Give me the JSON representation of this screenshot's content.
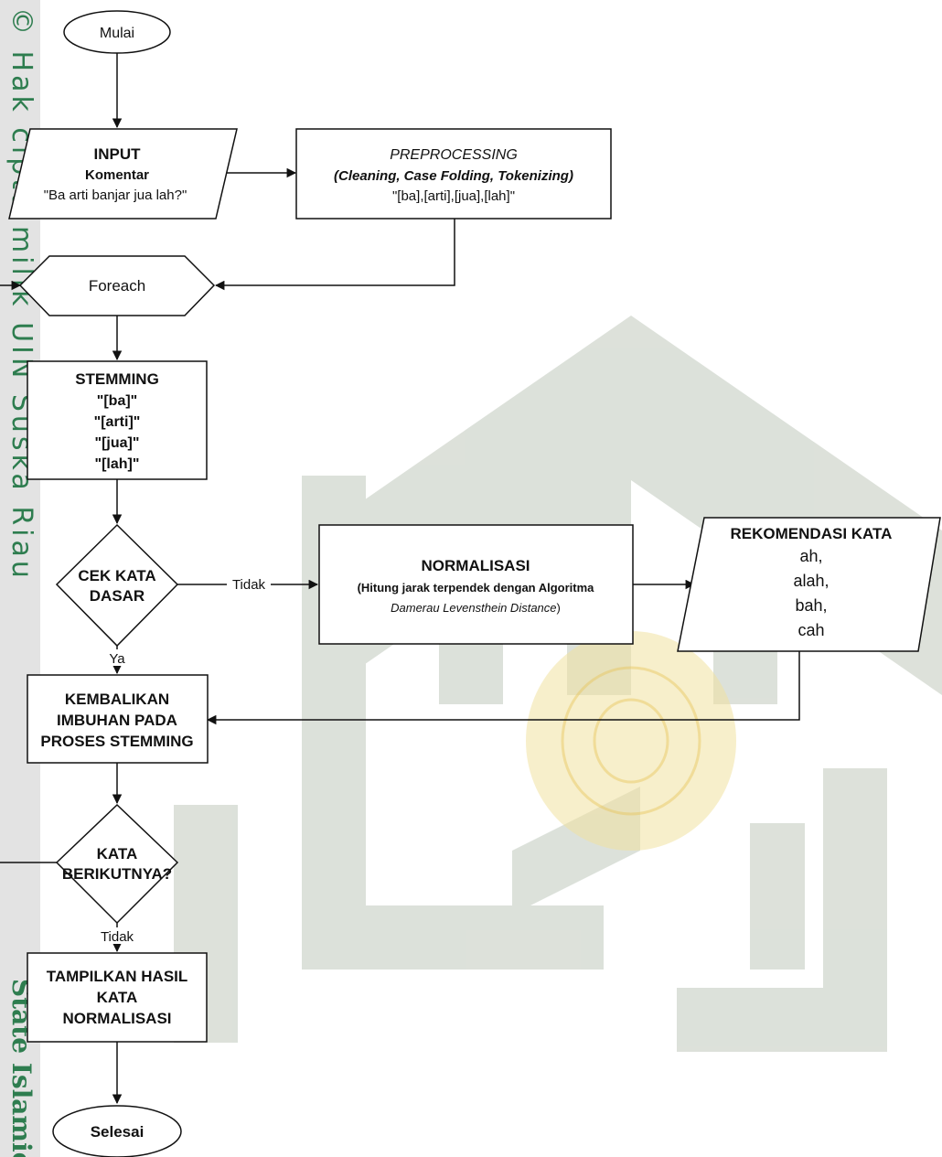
{
  "watermark": {
    "sidebar_text_1": "© Hak cipta milik UIN Suska Riau",
    "sidebar_text_2": "State Islamic",
    "sidebar_color": "#e3e3e3",
    "sidebar_text_color": "#2e7d4f",
    "logo_color": "#d7dcd4",
    "logo_center_color": "#f0e2a0"
  },
  "nodes": {
    "start": {
      "label": "Mulai"
    },
    "input": {
      "line1": "INPUT",
      "line2": "Komentar",
      "line3": "\"Ba arti banjar jua lah?\""
    },
    "preprocessing": {
      "line1": "PREPROCESSING",
      "line2": "(Cleaning, Case Folding, Tokenizing)",
      "line3": "\"[ba],[arti],[jua],[lah]\""
    },
    "foreach": {
      "label": "Foreach"
    },
    "stemming": {
      "line1": "STEMMING",
      "line2": "\"[ba]\"",
      "line3": "\"[arti]\"",
      "line4": "\"[jua]\"",
      "line5": "\"[lah]\""
    },
    "cek_kata_dasar": {
      "line1": "CEK KATA",
      "line2": "DASAR"
    },
    "normalisasi": {
      "line1": "NORMALISASI",
      "line2": "(Hitung jarak terpendek dengan Algoritma",
      "line3_italic": "Damerau Levensthein Distance",
      "line3_tail": ")"
    },
    "rekomendasi": {
      "title": "REKOMENDASI KATA",
      "items": [
        "ah,",
        "alah,",
        "bah,",
        "cah"
      ]
    },
    "kembalikan": {
      "line1": "KEMBALIKAN",
      "line2": "IMBUHAN PADA",
      "line3": "PROSES STEMMING"
    },
    "kata_berikutnya": {
      "line1": "KATA",
      "line2": "BERIKUTNYA?"
    },
    "tampilkan": {
      "line1": "TAMPILKAN HASIL",
      "line2": "KATA",
      "line3": "NORMALISASI"
    },
    "end": {
      "label": "Selesai"
    }
  },
  "edge_labels": {
    "tidak_normalisasi": "Tidak",
    "ya_kembalikan": "Ya",
    "tidak_tampilkan": "Tidak"
  }
}
